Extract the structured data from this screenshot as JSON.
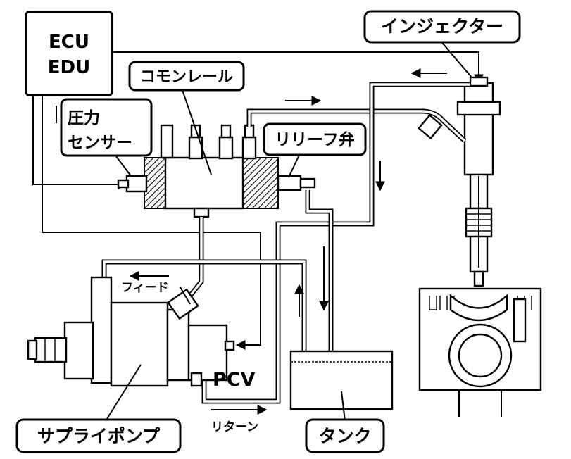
{
  "labels": {
    "ecu_line1": "ECU",
    "ecu_line2": "EDU",
    "injector": "インジェクター",
    "common_rail": "コモンレール",
    "pressure_sensor_line1": "圧力",
    "pressure_sensor_line2": "センサー",
    "relief_valve": "リリーフ弁",
    "feed": "フィード",
    "pcv": "PCV",
    "return": "リターン",
    "supply_pump": "サプライポンプ",
    "tank": "タンク"
  },
  "colors": {
    "line": "#000000",
    "background": "#ffffff"
  }
}
